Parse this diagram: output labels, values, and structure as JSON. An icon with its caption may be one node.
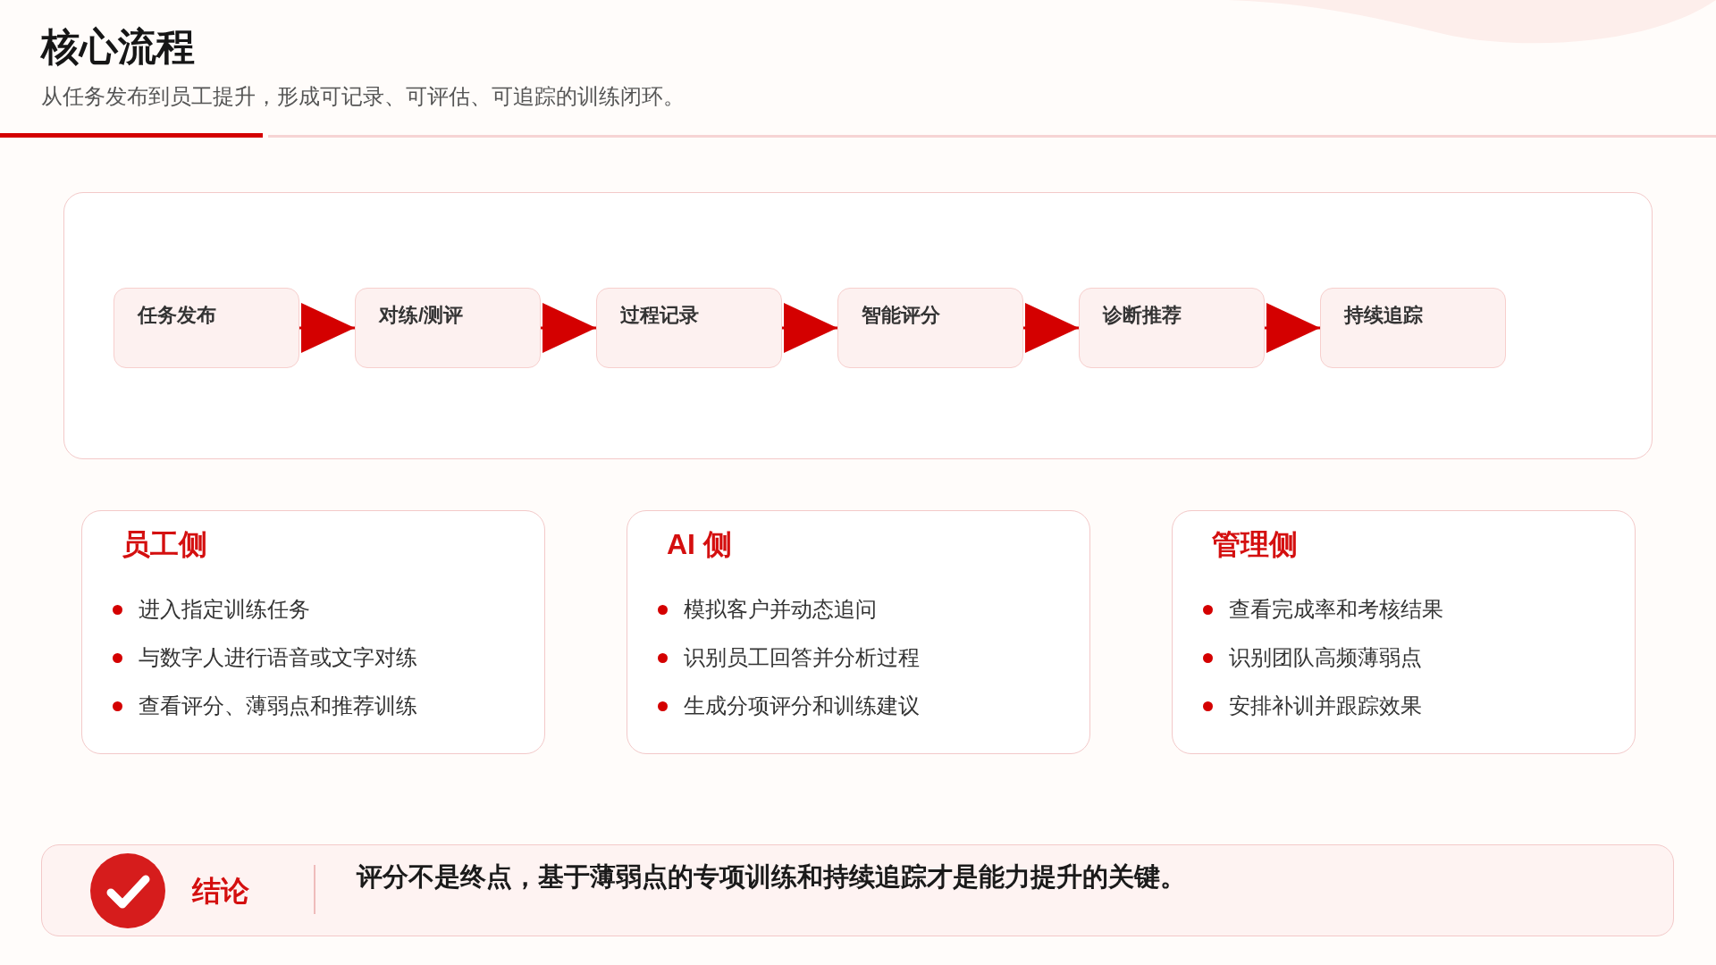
{
  "diagram": {
    "title": "核心流程",
    "nodes": [
      {
        "text": [],
        "shape": "box"
      },
      {
        "text": [
          "任务发布"
        ],
        "in": 0
      },
      {
        "text": [
          "对练/测评"
        ],
        "in": 0
      },
      {
        "text": [
          "过程记录"
        ],
        "in": 0
      },
      {
        "text": [
          "智能评分"
        ],
        "in": 0
      },
      {
        "text": [
          "诊断推荐"
        ],
        "in": 0
      },
      {
        "text": [
          "持续追踪"
        ],
        "in": 0
      },
      {
        "text": [
          "员工侧",
          "进入指定训练任务",
          "与数字人进行语音或文字对练",
          "查看评分、薄弱点和推荐训练"
        ]
      },
      {
        "text": [
          "AI 侧",
          "模拟客户并动态追问",
          "识别员工回答并分析过程",
          "生成分项评分和训练建议"
        ]
      },
      {
        "text": [
          "管理侧",
          "查看完成率和考核结果",
          "识别团队高频薄弱点",
          "安排补训并跟踪效果"
        ]
      },
      {
        "text": [
          "结论",
          "评分不是终点，基于薄弱点的专项训练和持续追踪才是能力提升的关键。"
        ]
      }
    ],
    "edges": [
      {
        "from": 1,
        "to": 2,
        "arrow": "to"
      },
      {
        "from": 2,
        "to": 3,
        "arrow": "to"
      },
      {
        "from": 3,
        "to": 4,
        "arrow": "to"
      },
      {
        "from": 4,
        "to": 5,
        "arrow": "to"
      },
      {
        "from": 5,
        "to": 6,
        "arrow": "to"
      }
    ],
    "labels": [
      "从任务发布到员工提升，形成可记录、可评估、可追踪的训练闭环。"
    ]
  }
}
